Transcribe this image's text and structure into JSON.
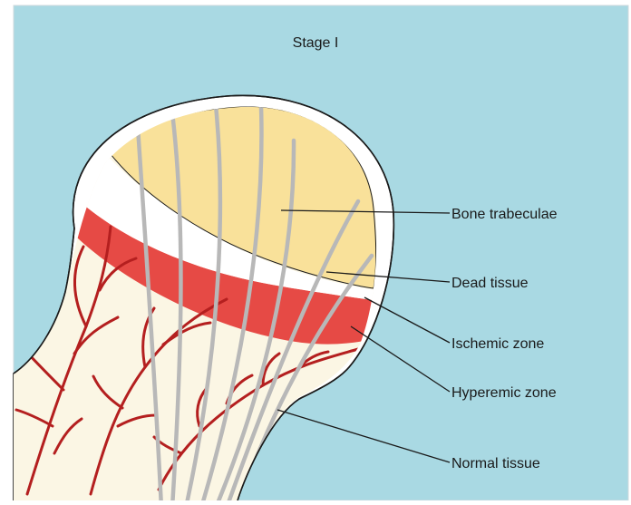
{
  "title": "Stage I",
  "labels": {
    "bone_trabeculae": "Bone trabeculae",
    "dead_tissue": "Dead tissue",
    "ischemic_zone": "Ischemic zone",
    "hyperemic_zone": "Hyperemic zone",
    "normal_tissue": "Normal tissue"
  },
  "colors": {
    "background": "#a9d9e3",
    "dead_tissue": "#f9e19a",
    "ischemic_zone": "#ffffff",
    "hyperemic_zone": "#e64a45",
    "normal_tissue": "#fbf6e4",
    "vessels": "#b41f1f",
    "trabeculae": "#b8b8b8"
  }
}
